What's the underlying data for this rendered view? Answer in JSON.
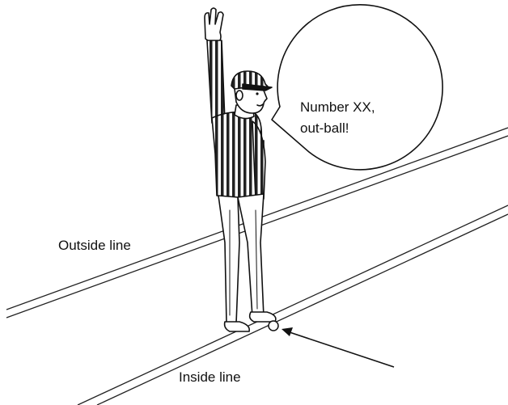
{
  "speech_bubble": {
    "line1": "Number XX,",
    "line2": "out-ball!"
  },
  "labels": {
    "outside_line": "Outside line",
    "inside_line": "Inside line"
  },
  "colors": {
    "ink": "#111111",
    "background": "#ffffff"
  }
}
